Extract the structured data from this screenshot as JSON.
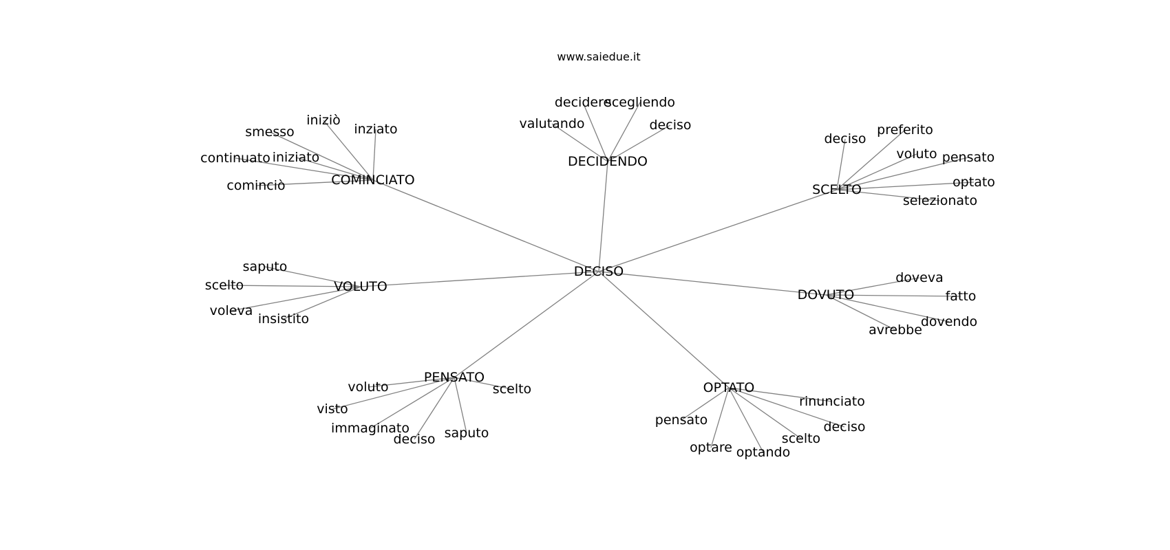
{
  "header": {
    "site": "www.saiedue.it"
  },
  "graph": {
    "center": "DECISO",
    "clusters": [
      {
        "label": "COMINCIATO",
        "leaves": [
          "iniziò",
          "smesso",
          "inziato",
          "continuato",
          "iniziato",
          "cominciò"
        ]
      },
      {
        "label": "DECIDENDO",
        "leaves": [
          "decidere",
          "scegliendo",
          "valutando",
          "deciso"
        ]
      },
      {
        "label": "SCELTO",
        "leaves": [
          "deciso",
          "preferito",
          "voluto",
          "pensato",
          "optato",
          "selezionato"
        ]
      },
      {
        "label": "VOLUTO",
        "leaves": [
          "saputo",
          "scelto",
          "voleva",
          "insistito"
        ]
      },
      {
        "label": "DOVUTO",
        "leaves": [
          "doveva",
          "fatto",
          "dovendo",
          "avrebbe"
        ]
      },
      {
        "label": "PENSATO",
        "leaves": [
          "voluto",
          "scelto",
          "visto",
          "immaginato",
          "deciso",
          "saputo"
        ]
      },
      {
        "label": "OPTATO",
        "leaves": [
          "rinunciato",
          "pensato",
          "deciso",
          "scelto",
          "optare",
          "optando"
        ]
      }
    ]
  }
}
